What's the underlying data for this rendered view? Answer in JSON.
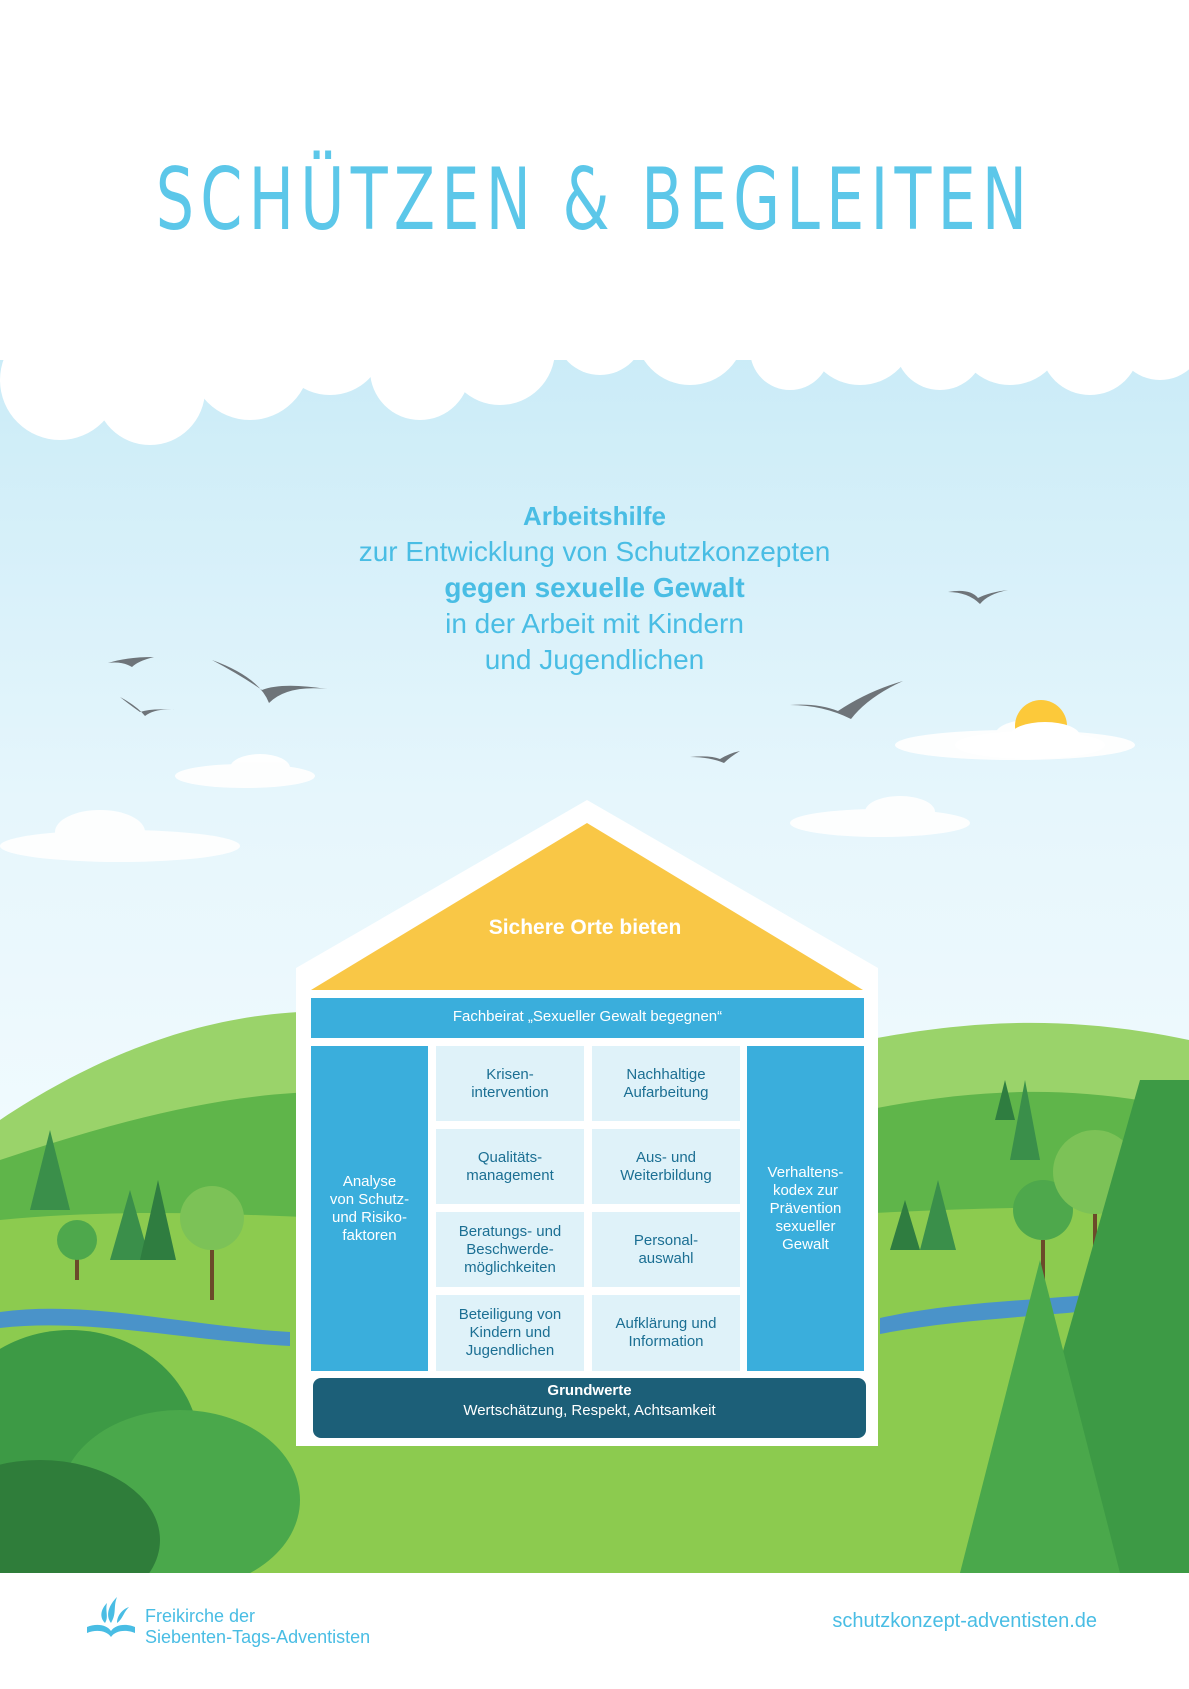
{
  "header": {
    "title": "SCHÜTZEN & BEGLEITEN"
  },
  "intro": {
    "line1": "Arbeitshilfe",
    "line2": "zur Entwicklung von Schutzkonzepten",
    "line3": "gegen sexuelle Gewalt",
    "line4": "in der Arbeit mit Kindern",
    "line5": "und Jugendlichen"
  },
  "house": {
    "roof": "Sichere Orte bieten",
    "beam": "Fachbeirat „Sexueller Gewalt begegnen“",
    "left_pillar": "Analyse\nvon Schutz-\nund Risiko-\nfaktoren",
    "right_pillar": "Verhaltens-\nkodex zur\nPrävention\nsexueller\nGewalt",
    "cells": [
      "Krisen-\nintervention",
      "Nachhaltige\nAufarbeitung",
      "Qualitäts-\nmanagement",
      "Aus- und\nWeiterbildung",
      "Beratungs- und\nBeschwerde-\nmöglichkeiten",
      "Personal-\nauswahl",
      "Beteiligung von\nKindern und\nJugendlichen",
      "Aufklärung und\nInformation"
    ],
    "foundation_title": "Grundwerte",
    "foundation_text": "Wertschätzung, Respekt, Achtsamkeit"
  },
  "footer": {
    "org_name": "Freikirche der\nSiebenten-Tags-Adventisten",
    "url": "schutzkonzept-adventisten.de"
  },
  "colors": {
    "title": "#5cc7e9",
    "text_blue": "#49bde4",
    "roof": "#f9c746",
    "pillar": "#3aaedc",
    "cell": "#dff2f9",
    "foundation": "#1c5f78",
    "grass": "#8ccb4f",
    "hills": "#5fb54a",
    "trees": "#3a8f4a",
    "river": "#4a93c9",
    "sun": "#fcc93a"
  }
}
